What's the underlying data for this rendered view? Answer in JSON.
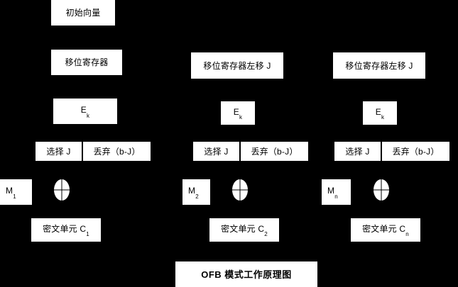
{
  "diagram": {
    "title": "OFB 模式工作原理图",
    "background_color": "#000000",
    "box_color": "#ffffff",
    "text_color": "#000000",
    "columns": [
      {
        "id": "col-1",
        "initial_vector": "初始向量",
        "shift_register": "移位寄存器",
        "encrypt": "E",
        "encrypt_sub": "k",
        "select": "选择 J",
        "discard": "丢弃（b-J）",
        "plaintext": "M",
        "plaintext_sub": "1",
        "ciphertext": "密文单元 C",
        "ciphertext_sub": "1"
      },
      {
        "id": "col-2",
        "shift_register": "移位寄存器左移 J",
        "encrypt": "E",
        "encrypt_sub": "k",
        "select": "选择 J",
        "discard": "丢弃（b-J）",
        "plaintext": "M",
        "plaintext_sub": "2",
        "ciphertext": "密文单元 C",
        "ciphertext_sub": "2"
      },
      {
        "id": "col-3",
        "shift_register": "移位寄存器左移 J",
        "encrypt": "E",
        "encrypt_sub": "k",
        "select": "选择 J",
        "discard": "丢弃（b-J）",
        "plaintext": "M",
        "plaintext_sub": "n",
        "ciphertext": "密文单元 C",
        "ciphertext_sub": "n"
      }
    ],
    "xor_symbol": "⊕"
  }
}
